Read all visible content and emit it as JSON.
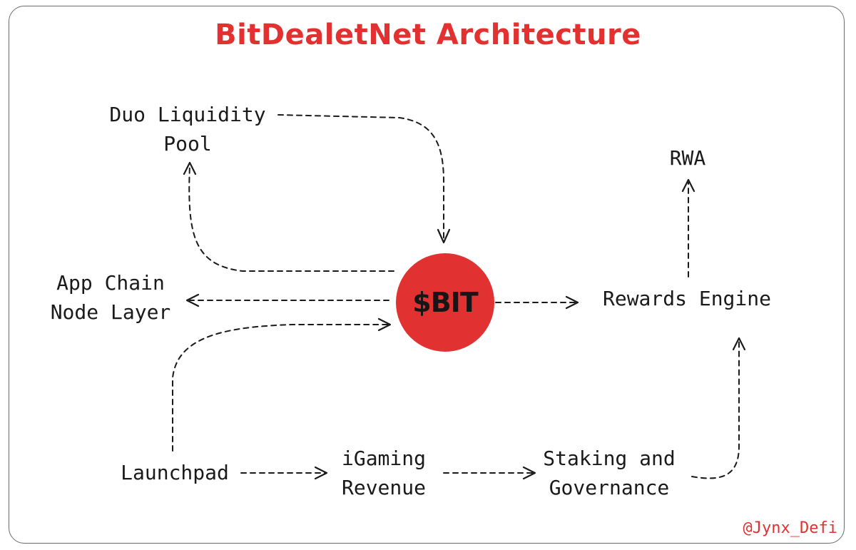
{
  "title": "BitDealetNet Architecture",
  "center": {
    "label": "$BIT",
    "color": "#e23131"
  },
  "nodes": {
    "duo_liquidity_pool": {
      "line1": "Duo Liquidity",
      "line2": "Pool"
    },
    "rwa": {
      "line1": "RWA"
    },
    "app_chain_node_layer": {
      "line1": "App Chain",
      "line2": "Node Layer"
    },
    "rewards_engine": {
      "line1": "Rewards Engine"
    },
    "launchpad": {
      "line1": "Launchpad"
    },
    "igaming_revenue": {
      "line1": "iGaming",
      "line2": "Revenue"
    },
    "staking_governance": {
      "line1": "Staking and",
      "line2": "Governance"
    }
  },
  "edges": [
    {
      "from": "duo_liquidity_pool",
      "to": "center"
    },
    {
      "from": "center",
      "to": "duo_liquidity_pool"
    },
    {
      "from": "center",
      "to": "app_chain_node_layer"
    },
    {
      "from": "launchpad",
      "to": "center"
    },
    {
      "from": "center",
      "to": "rewards_engine"
    },
    {
      "from": "rewards_engine",
      "to": "rwa"
    },
    {
      "from": "launchpad",
      "to": "igaming_revenue"
    },
    {
      "from": "igaming_revenue",
      "to": "staking_governance"
    },
    {
      "from": "staking_governance",
      "to": "rewards_engine"
    }
  ],
  "credit": "@Jynx_Defi",
  "colors": {
    "accent": "#e23131",
    "ink": "#1a1a1a",
    "border": "#6b6b6b"
  }
}
